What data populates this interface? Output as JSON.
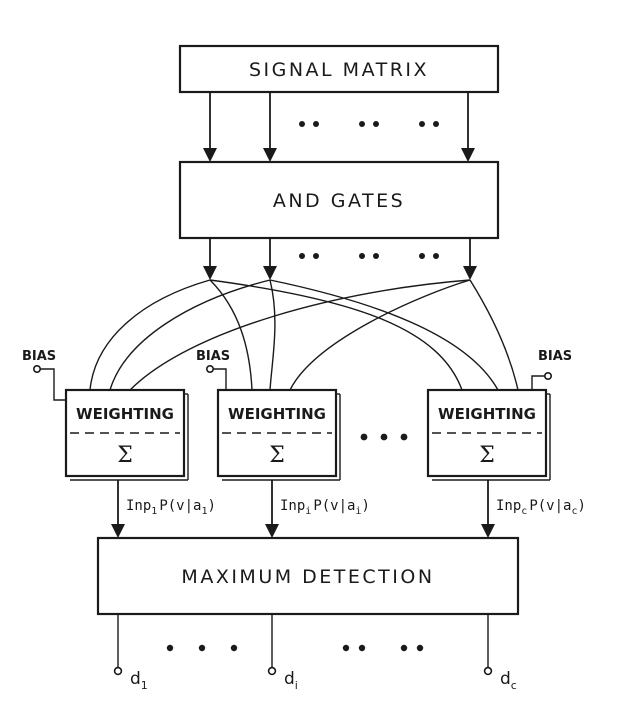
{
  "boxes": {
    "signal_matrix": "SIGNAL MATRIX",
    "and_gates": "AND GATES",
    "maximum_detection": "MAXIMUM DETECTION"
  },
  "weighting": {
    "label": "WEIGHTING",
    "sum_symbol": "Σ",
    "bias_label": "BIAS"
  },
  "formulas": [
    {
      "ln": "Inp",
      "s1": "1",
      "mid": "P(v|a",
      "s2": "1",
      "end": ")"
    },
    {
      "ln": "Inp",
      "s1": "i",
      "mid": "P(v|a",
      "s2": "i",
      "end": ")"
    },
    {
      "ln": "Inp",
      "s1": "c",
      "mid": "P(v|a",
      "s2": "c",
      "end": ")"
    }
  ],
  "outputs": [
    {
      "base": "d",
      "sub": "1"
    },
    {
      "base": "d",
      "sub": "i"
    },
    {
      "base": "d",
      "sub": "c"
    }
  ]
}
